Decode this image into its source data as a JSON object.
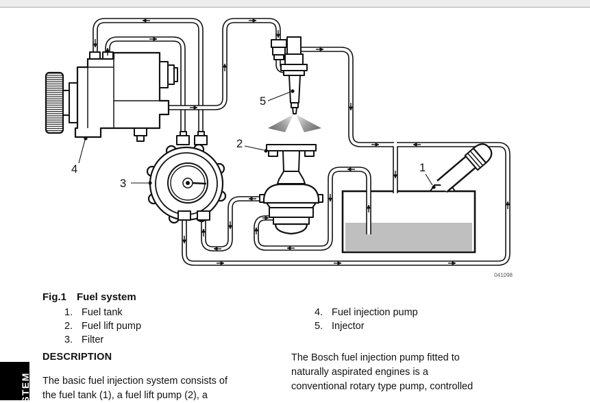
{
  "figure": {
    "code": "041098",
    "caption_label": "Fig.1",
    "caption_title": "Fuel system",
    "callouts": {
      "c1": "1",
      "c2": "2",
      "c3": "3",
      "c4": "4",
      "c5": "5"
    },
    "legend_left": [
      {
        "num": "1.",
        "label": "Fuel tank"
      },
      {
        "num": "2.",
        "label": "Fuel lift pump"
      },
      {
        "num": "3.",
        "label": "Filter"
      }
    ],
    "legend_right": [
      {
        "num": "4.",
        "label": "Fuel injection pump"
      },
      {
        "num": "5.",
        "label": "Injector"
      }
    ]
  },
  "description": {
    "heading": "DESCRIPTION",
    "left_paragraph_lines": [
      "The basic fuel injection system consists of",
      "the fuel tank (1), a fuel lift pump (2), a"
    ],
    "right_paragraph_lines": [
      "The Bosch fuel injection pump fitted to",
      "naturally aspirated engines is a",
      "conventional rotary type pump, controlled"
    ]
  },
  "sidebar": {
    "tab_text": "STEM"
  }
}
